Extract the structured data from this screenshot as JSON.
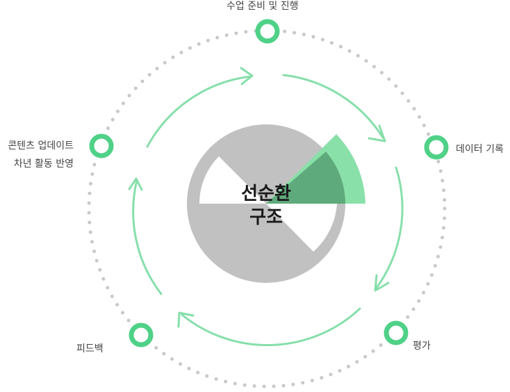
{
  "center": {
    "line1": "선순환",
    "line2": "구조"
  },
  "stages": [
    {
      "label": "수업 준비 및 진행"
    },
    {
      "label": "데이터 기록"
    },
    {
      "label": "평가"
    },
    {
      "label": "피드백"
    },
    {
      "label_line1": "콘텐츠 업데이트",
      "label_line2": "차년 활동 반영"
    }
  ],
  "colors": {
    "accent": "#4fd187",
    "arrow": "#86dfaa",
    "dots": "#c8c8c8",
    "gray_disk": "#c0c1c0",
    "green_sector": "#89e0a8",
    "overlap": "#5faa7c",
    "text": "#444444"
  },
  "icons": {
    "node": "ring-icon",
    "arrow": "curved-arrow-icon"
  }
}
